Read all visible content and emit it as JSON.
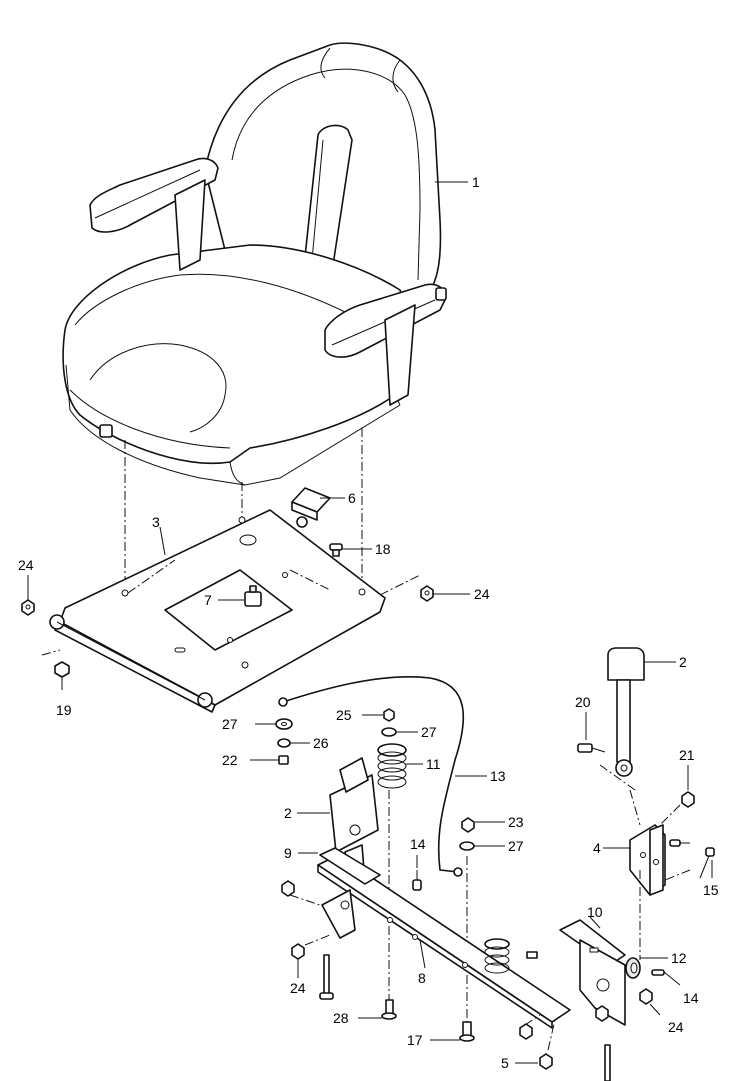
{
  "callouts": {
    "c1": "1",
    "c2a": "2",
    "c2b": "2",
    "c3": "3",
    "c4": "4",
    "c5": "5",
    "c6": "6",
    "c7": "7",
    "c8": "8",
    "c9": "9",
    "c10": "10",
    "c11": "11",
    "c12": "12",
    "c13": "13",
    "c14a": "14",
    "c14b": "14",
    "c15": "15",
    "c17": "17",
    "c18": "18",
    "c19": "19",
    "c20": "20",
    "c21": "21",
    "c22": "22",
    "c23": "23",
    "c24a": "24",
    "c24b": "24",
    "c24c": "24",
    "c24d": "24",
    "c25": "25",
    "c26": "26",
    "c27a": "27",
    "c27b": "27",
    "c27c": "27",
    "c28": "28"
  }
}
